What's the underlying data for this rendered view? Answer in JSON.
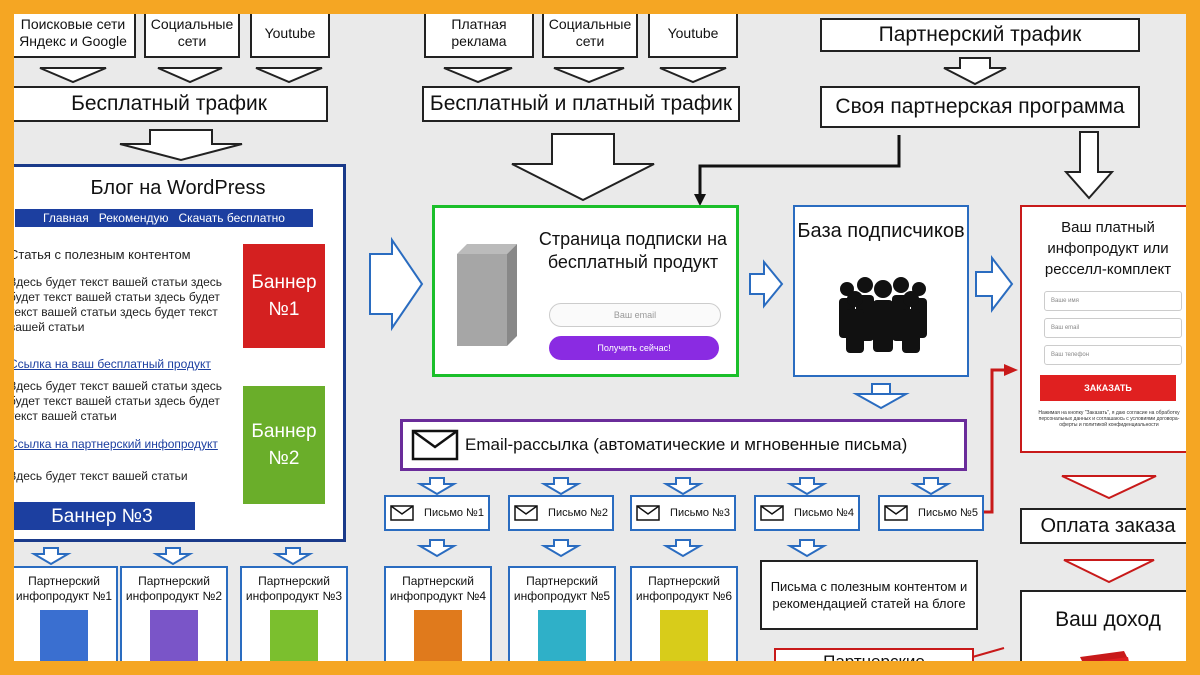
{
  "colors": {
    "frame": "#f5a623",
    "green": "#1bbf2a",
    "blue": "#2a6cc0",
    "red": "#c81a1a",
    "purple": "#6a2c9a",
    "navy": "#1a3a8a"
  },
  "sources_left": [
    "Поисковые сети Яндекс и Google",
    "Социальные сети",
    "Youtube"
  ],
  "sources_mid": [
    "Платная реклама",
    "Социальные сети",
    "Youtube"
  ],
  "partner_traffic": "Партнерский трафик",
  "free_traffic": "Бесплатный трафик",
  "free_paid_traffic": "Бесплатный и платный трафик",
  "own_partner_program": "Своя партнерская программа",
  "blog": {
    "title": "Блог на WordPress",
    "nav": [
      "Главная",
      "Рекомендую",
      "Скачать бесплатно"
    ],
    "heading": "Статья с полезным контентом",
    "text1": "Здесь будет текст вашей статьи здесь будет текст вашей статьи здесь будет текст вашей статьи здесь будет текст вашей статьи",
    "link1": "Ссылка на ваш бесплатный продукт",
    "text2": "Здесь будет текст вашей статьи здесь будет текст вашей статьи здесь будет текст вашей статьи",
    "link2": "Ссылка на партнерский инфопродукт",
    "text3": "Здесь будет текст вашей статьи",
    "banner1": "Баннер №1",
    "banner2": "Баннер №2",
    "banner3": "Баннер №3"
  },
  "subscribe": {
    "title": "Страница подписки на бесплатный продукт",
    "placeholder": "Ваш email",
    "button": "Получить сейчас!"
  },
  "base": {
    "title": "База подписчиков"
  },
  "paid": {
    "title": "Ваш платный инфопродукт или ресселл-комплект",
    "fields": [
      "Ваше имя",
      "Ваш email",
      "Ваш телефон"
    ],
    "button": "ЗАКАЗАТЬ",
    "legal": "Нажимая на кнопку \"Заказать\", я даю согласие на обработку персональных данных и соглашаюсь с условиями договора-оферты и политикой конфиденциальности"
  },
  "email_campaign": "Email-рассылка (автоматические и мгновенные письма)",
  "letters": [
    "Письмо №1",
    "Письмо №2",
    "Письмо №3",
    "Письмо №4",
    "Письмо №5"
  ],
  "products": [
    {
      "label": "Партнерский инфопродукт №1",
      "color": "#3a6fd0"
    },
    {
      "label": "Партнерский инфопродукт №2",
      "color": "#7a55c8"
    },
    {
      "label": "Партнерский инфопродукт №3",
      "color": "#7bbf2e"
    },
    {
      "label": "Партнерский инфопродукт №4",
      "color": "#e07a1c"
    },
    {
      "label": "Партнерский инфопродукт №5",
      "color": "#2fb0c8"
    },
    {
      "label": "Партнерский инфопродукт №6",
      "color": "#d8cc1a"
    }
  ],
  "useful_letters": "Письма с полезным контентом и рекомендацией статей на блоге",
  "order_payment": "Оплата заказа",
  "your_income": "Ваш доход",
  "partner_bottom": "Партнерские"
}
